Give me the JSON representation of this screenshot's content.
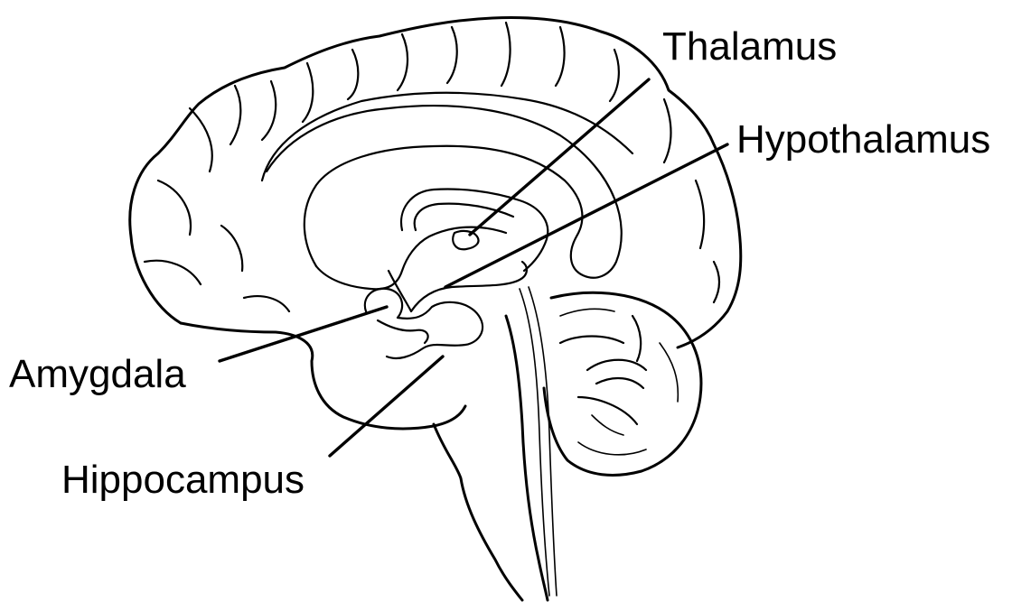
{
  "labels": {
    "thalamus": "Thalamus",
    "hypothalamus": "Hypothalamus",
    "amygdala": "Amygdala",
    "hippocampus": "Hippocampus"
  },
  "colors": {
    "line": "#000000",
    "background": "#ffffff"
  }
}
